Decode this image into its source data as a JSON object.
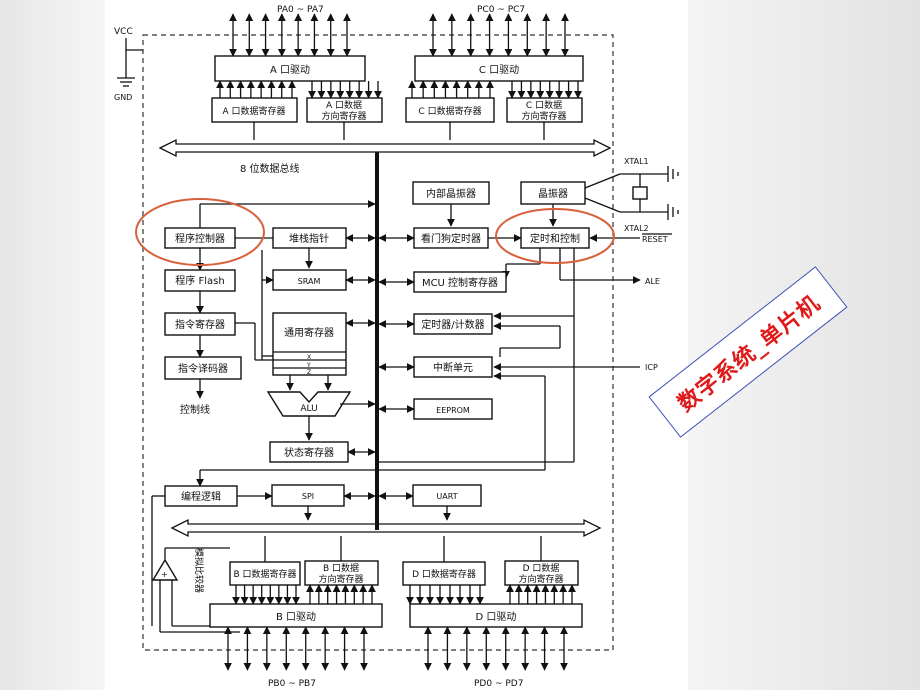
{
  "pins": {
    "top_a": "PA0 ~ PA7",
    "top_c": "PC0 ~ PC7",
    "bottom_b": "PB0 ~ PB7",
    "bottom_d": "PD0 ~ PD7",
    "vcc": "VCC",
    "gnd": "GND",
    "xtal1": "XTAL1",
    "xtal2": "XTAL2",
    "reset": "RESET",
    "ale": "ALE",
    "icp": "ICP"
  },
  "blocks": {
    "a_driver": "A 口驱动",
    "c_driver": "C 口驱动",
    "a_data_reg": "A 口数据寄存器",
    "a_dir_reg_1": "A 口数据",
    "a_dir_reg_2": "方向寄存器",
    "c_data_reg": "C 口数据寄存器",
    "c_dir_reg_1": "C 口数据",
    "c_dir_reg_2": "方向寄存器",
    "bus_label": "8 位数据总线",
    "internal_osc": "内部晶振器",
    "oscillator": "晶振器",
    "program_counter": "程序控制器",
    "stack_pointer": "堆栈指针",
    "watchdog": "看门狗定时器",
    "timing_control": "定时和控制",
    "flash": "程序 Flash",
    "sram": "SRAM",
    "mcu_ctrl": "MCU 控制寄存器",
    "instr_reg": "指令寄存器",
    "gp_regs": "通用寄存器",
    "timer_counter": "定时器/计数器",
    "instr_decoder": "指令译码器",
    "interrupt": "中断单元",
    "control_lines": "控制线",
    "alu": "ALU",
    "eeprom": "EEPROM",
    "status_reg": "状态寄存器",
    "prog_logic": "编程逻辑",
    "spi": "SPI",
    "uart": "UART",
    "analog_comp": "模拟比较器",
    "b_data_reg": "B 口数据寄存器",
    "b_dir_reg_1": "B 口数据",
    "b_dir_reg_2": "方向寄存器",
    "d_data_reg": "D 口数据寄存器",
    "d_dir_reg_1": "D 口数据",
    "d_dir_reg_2": "方向寄存器",
    "b_driver": "B 口驱动",
    "d_driver": "D 口驱动",
    "reg_x": "X",
    "reg_y": "Y",
    "reg_z": "Z"
  },
  "stamp": "数字系统_单片机",
  "highlight_color": "#d9603b",
  "stamp_text_color": "#e01a1a",
  "stamp_border_color": "#3d4fb3"
}
